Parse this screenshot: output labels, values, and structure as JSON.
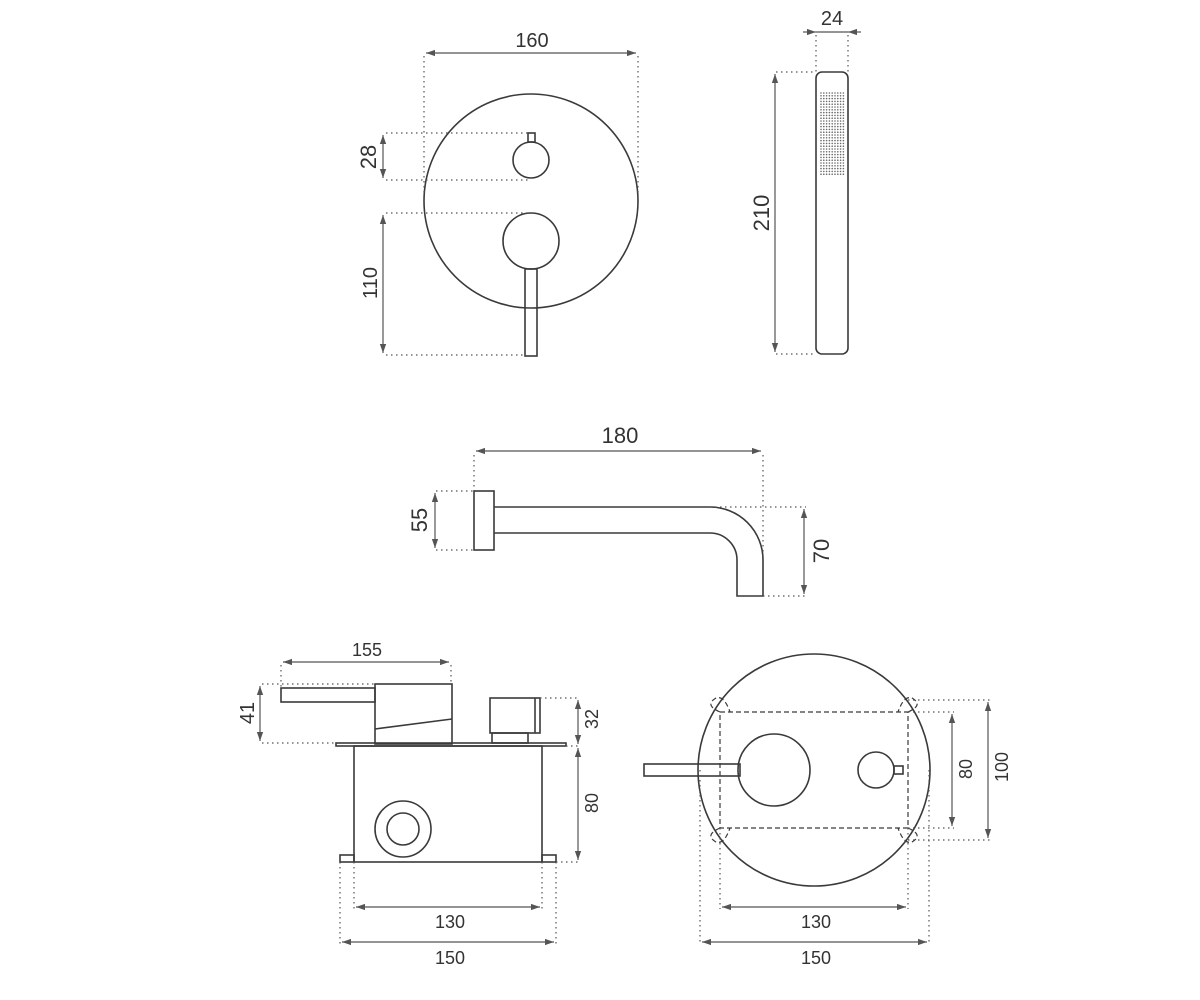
{
  "drawing": {
    "front_view": {
      "width": "160",
      "knob_diameter": "28",
      "lever_height": "110"
    },
    "hand_shower": {
      "width": "24",
      "length": "210"
    },
    "spout": {
      "length": "180",
      "flange_height": "55",
      "drop": "70"
    },
    "side_view": {
      "lever_length": "155",
      "lever_height": "41",
      "knob_depth": "32",
      "box_depth": "80",
      "box_inner_width": "130",
      "box_outer_width": "150"
    },
    "box_front": {
      "inner_height": "80",
      "outer_height": "100",
      "inner_width": "130",
      "outer_width": "150"
    }
  }
}
